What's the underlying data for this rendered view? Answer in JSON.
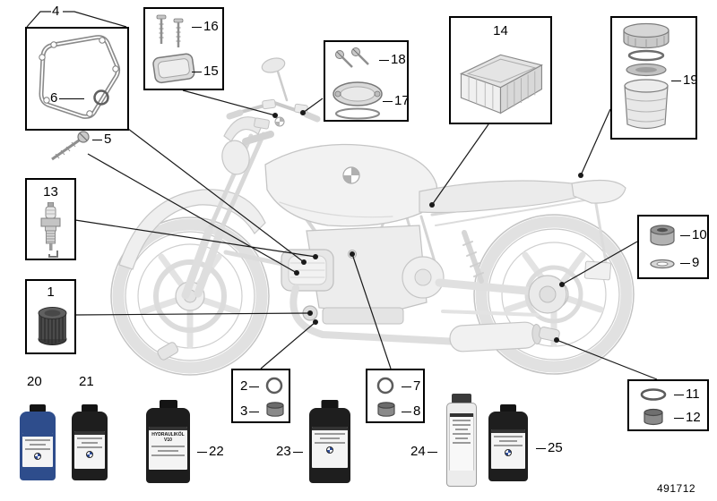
{
  "diagram": {
    "kind": "motorcycle-service-parts-diagram",
    "footer_part_number": "491712",
    "illustration": {
      "subject": "motorcycle",
      "line_color": "#c9c9c9"
    },
    "colors": {
      "leader_line": "#1a1a1a",
      "box_border": "#000000",
      "bottle_blue": "#2e4d8c",
      "bottle_black": "#1e1e1e"
    },
    "callouts": {
      "1": {
        "label": "1",
        "icon": "oil-filter-icon"
      },
      "2": {
        "label": "2",
        "icon": "seal-ring-icon"
      },
      "3": {
        "label": "3",
        "icon": "oil-drain-plug-icon"
      },
      "4": {
        "label": "4",
        "icon": "valve-cover-gasket-icon"
      },
      "5": {
        "label": "5",
        "icon": "screw-icon"
      },
      "6": {
        "label": "6",
        "icon": "o-ring-icon"
      },
      "7": {
        "label": "7",
        "icon": "seal-ring-icon"
      },
      "8": {
        "label": "8",
        "icon": "drain-plug-icon"
      },
      "9": {
        "label": "9",
        "icon": "washer-icon"
      },
      "10": {
        "label": "10",
        "icon": "bushing-icon"
      },
      "11": {
        "label": "11",
        "icon": "o-ring-icon"
      },
      "12": {
        "label": "12",
        "icon": "plug-icon"
      },
      "13": {
        "label": "13",
        "icon": "spark-plug-icon"
      },
      "14": {
        "label": "14",
        "icon": "air-filter-element-icon"
      },
      "15": {
        "label": "15",
        "icon": "reservoir-cover-icon"
      },
      "16": {
        "label": "16",
        "icon": "screws-icon"
      },
      "17": {
        "label": "17",
        "icon": "oval-cover-plate-icon"
      },
      "18": {
        "label": "18",
        "icon": "screws-icon"
      },
      "19": {
        "label": "19",
        "icon": "fluid-reservoir-kit-icon"
      },
      "20": {
        "label": "20",
        "icon": "engine-oil-bottle-blue-icon"
      },
      "21": {
        "label": "21",
        "icon": "oil-bottle-black-icon"
      },
      "22": {
        "label": "22",
        "icon": "hydraulic-oil-bottle-icon",
        "text": "HYDRAULIKÖL V10"
      },
      "23": {
        "label": "23",
        "icon": "fluid-bottle-black-icon"
      },
      "24": {
        "label": "24",
        "icon": "spray-can-icon"
      },
      "25": {
        "label": "25",
        "icon": "fluid-bottle-black-icon"
      }
    }
  }
}
